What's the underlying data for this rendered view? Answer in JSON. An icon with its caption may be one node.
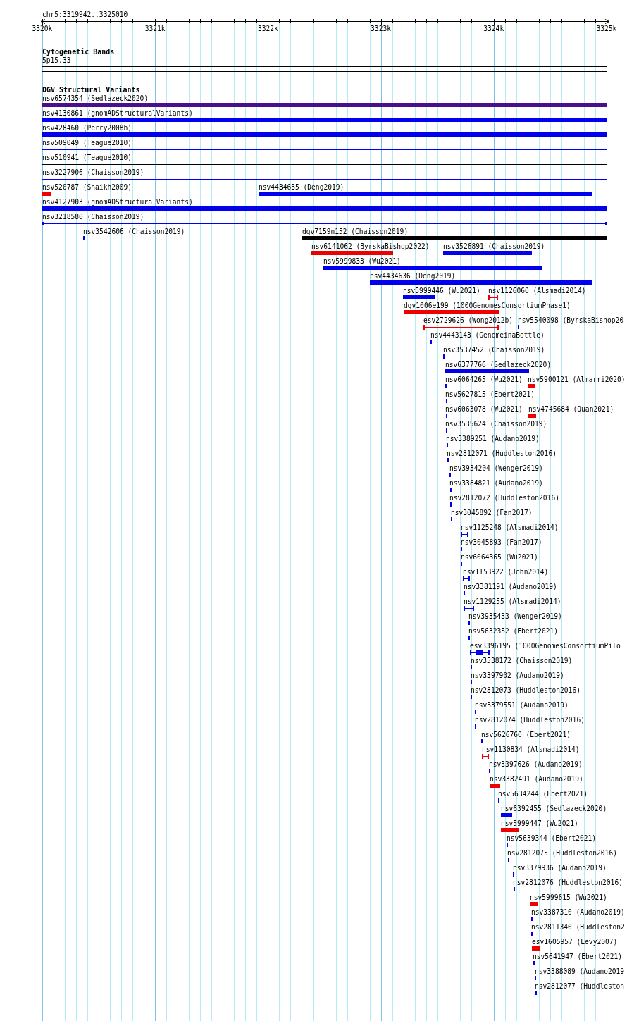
{
  "diagram": {
    "labels": [
      "chr5:3319942..3325010",
      "3320k",
      "3321k",
      "3322k",
      "3323k",
      "3324k",
      "3325k",
      "Cytogenetic Bands",
      "5p15.33",
      "DGV Structural Variants",
      "nsv6574354 (Sedlazeck2020)",
      "nsv4130861 (gnomADStructuralVariants)",
      "nsv428460 (Perry2008b)",
      "nsv509049 (Teague2010)",
      "nsv510941 (Teague2010)",
      "nsv3227906 (Chaisson2019)",
      "nsv520787 (Shaikh2009)",
      "nsv4434635 (Deng2019)",
      "nsv4127903 (gnomADStructuralVariants)",
      "nsv3218580 (Chaisson2019)",
      "nsv3542606 (Chaisson2019)",
      "dgv7159n152 (Chaisson2019)",
      "nsv6141062 (ByrskaBishop2022)",
      "nsv3526891 (Chaisson2019)",
      "nsv5999833 (Wu2021)",
      "nsv4434636 (Deng2019)",
      "nsv5999446 (Wu2021)",
      "nsv1126060 (Alsmadi2014)",
      "dgv1006e199 (1000GenomesConsortiumPhase1)",
      "esv2729626 (Wong2012b)",
      "nsv5540098 (ByrskaBishop20",
      "nsv4443143 (GenomeinaBottle)",
      "nsv3537452 (Chaisson2019)",
      "nsv6377766 (Sedlazeck2020)",
      "nsv6064265 (Wu2021)",
      "nsv5900121 (Almarri2020)",
      "nsv5627815 (Ebert2021)",
      "nsv6063078 (Wu2021)",
      "nsv4745684 (Quan2021)",
      "nsv3535624 (Chaisson2019)",
      "nsv3389251 (Audano2019)",
      "nsv2812071 (Huddleston2016)",
      "nsv3934204 (Wenger2019)",
      "nsv3384821 (Audano2019)",
      "nsv2812072 (Huddleston2016)",
      "nsv3045892 (Fan2017)",
      "nsv1125248 (Alsmadi2014)",
      "nsv3045893 (Fan2017)",
      "nsv6064365 (Wu2021)",
      "nsv1153922 (John2014)",
      "nsv3381191 (Audano2019)",
      "nsv1129255 (Alsmadi2014)",
      "nsv3935433 (Wenger2019)",
      "nsv5632352 (Ebert2021)",
      "esv3396195 (1000GenomesConsortiumPilo",
      "nsv3538172 (Chaisson2019)",
      "nsv3397902 (Audano2019)",
      "nsv2812073 (Huddleston2016)",
      "nsv3379551 (Audano2019)",
      "nsv2812074 (Huddleston2016)",
      "nsv5626760 (Ebert2021)",
      "nsv1130834 (Alsmadi2014)",
      "nsv3397626 (Audano2019)",
      "nsv3382491 (Audano2019)",
      "nsv5634244 (Ebert2021)",
      "nsv6392455 (Sedlazeck2020)",
      "nsv5999447 (Wu2021)",
      "nsv5639344 (Ebert2021)",
      "nsv2812075 (Huddleston2016)",
      "nsv3379936 (Audano2019)",
      "nsv2812076 (Huddleston2016)",
      "nsv5999615 (Wu2021)",
      "nsv3387310 (Audano2019)",
      "nsv2811340 (Huddleston2",
      "esv1605957 (Levy2007)",
      "nsv5641947 (Ebert2021)",
      "nsv3388089 (Audano2019",
      "nsv2812077 (Huddleston"
    ]
  }
}
